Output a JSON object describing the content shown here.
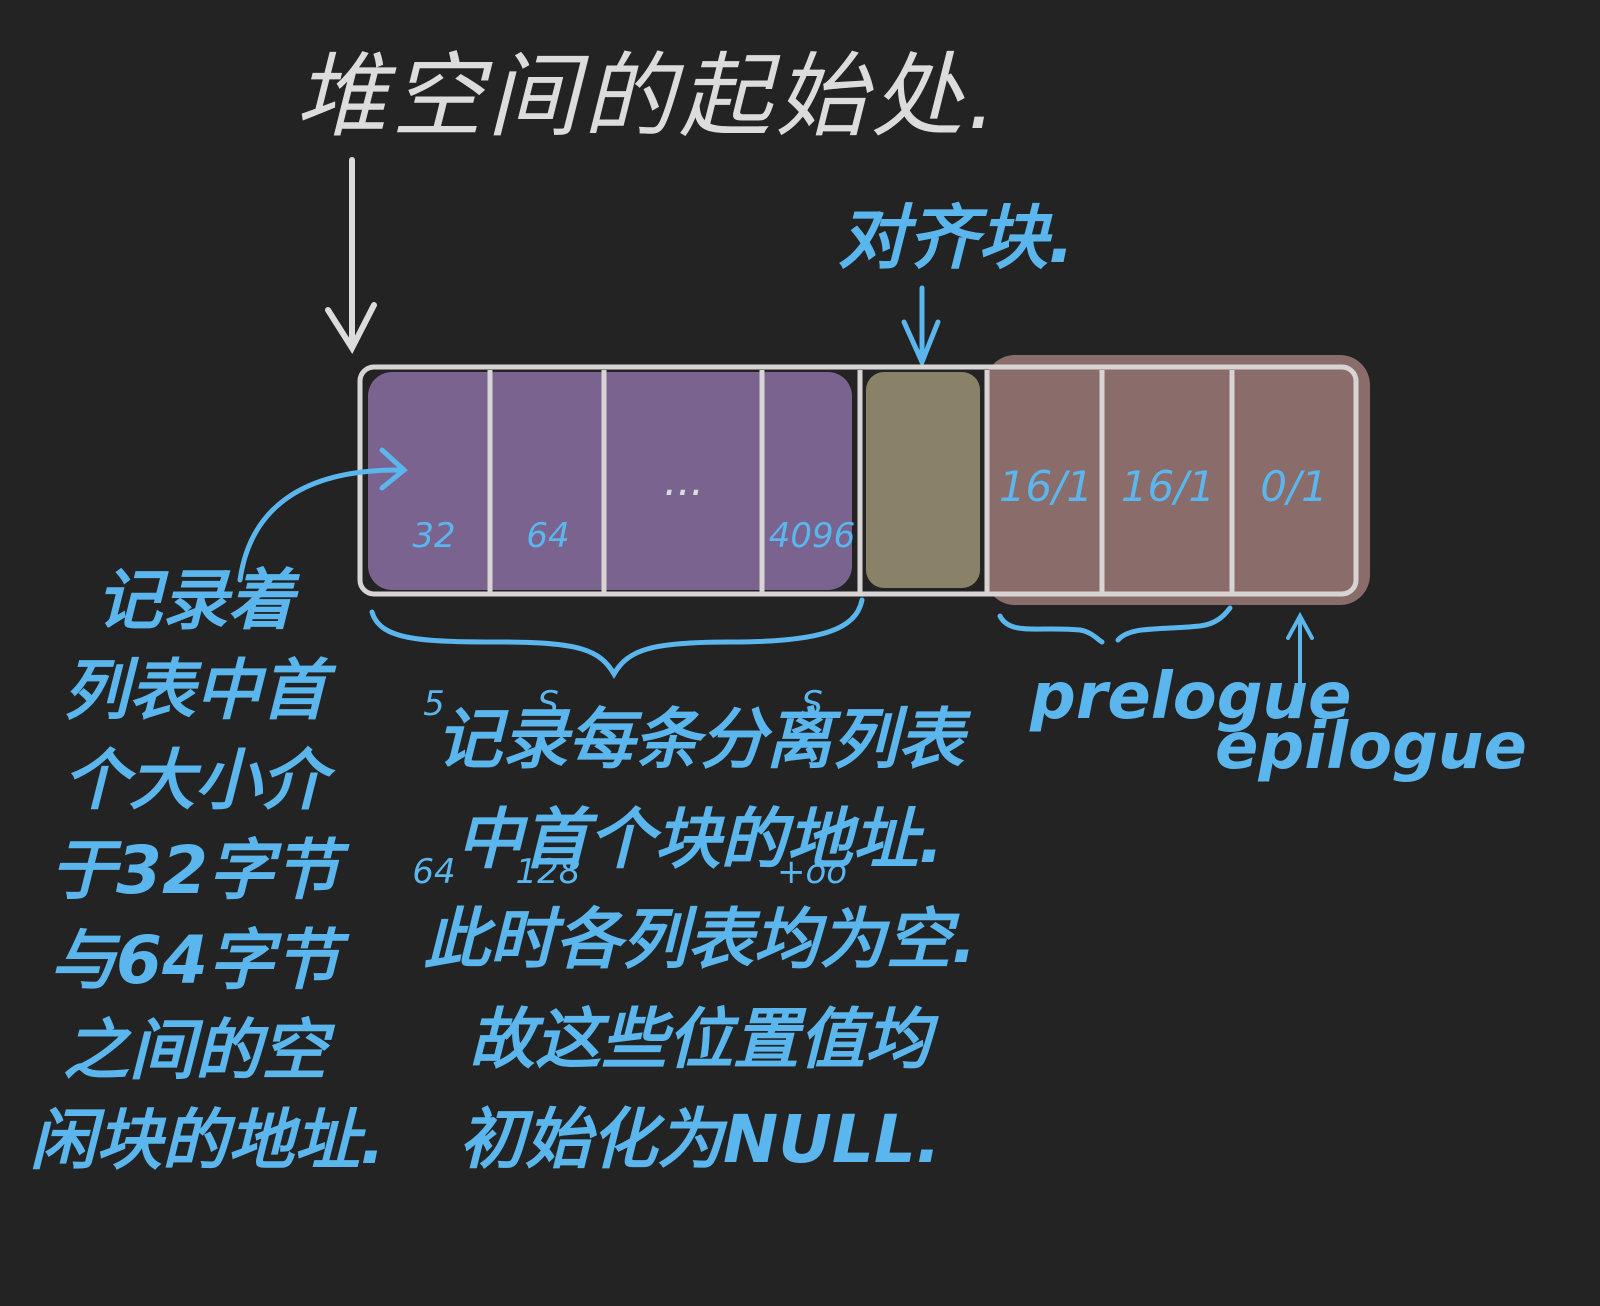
{
  "title": "堆空间的起始处.",
  "align_block_label": "对齐块.",
  "cells": [
    {
      "lines": [
        "32",
        "5",
        "64"
      ]
    },
    {
      "lines": [
        "64",
        "S",
        "128"
      ]
    },
    {
      "lines": [
        "..."
      ]
    },
    {
      "lines": [
        "4096",
        "S",
        "+oo"
      ]
    },
    {
      "lines": [
        ""
      ]
    },
    {
      "lines": [
        "16/1"
      ]
    },
    {
      "lines": [
        "16/1"
      ]
    },
    {
      "lines": [
        "0/1"
      ]
    }
  ],
  "left_note": [
    "记录着",
    "列表中首",
    "个大小介",
    "于32字节",
    "与64字节",
    "之间的空",
    "闲块的地址."
  ],
  "center_note": [
    "记录每条分离列表",
    "中首个块的地址.",
    "此时各列表均为空.",
    "故这些位置值均",
    "初始化为NULL."
  ],
  "prologue_label": "prelogue",
  "epilogue_label": "epilogue",
  "colors": {
    "background": "#232323",
    "handwriting_white": "#dcdcdc",
    "handwriting_blue": "#5ab6ec",
    "seglist_fill": "#7b6390",
    "align_fill": "#8a8268",
    "prologue_fill": "#8a6c6a",
    "border": "#d9d4d4"
  }
}
